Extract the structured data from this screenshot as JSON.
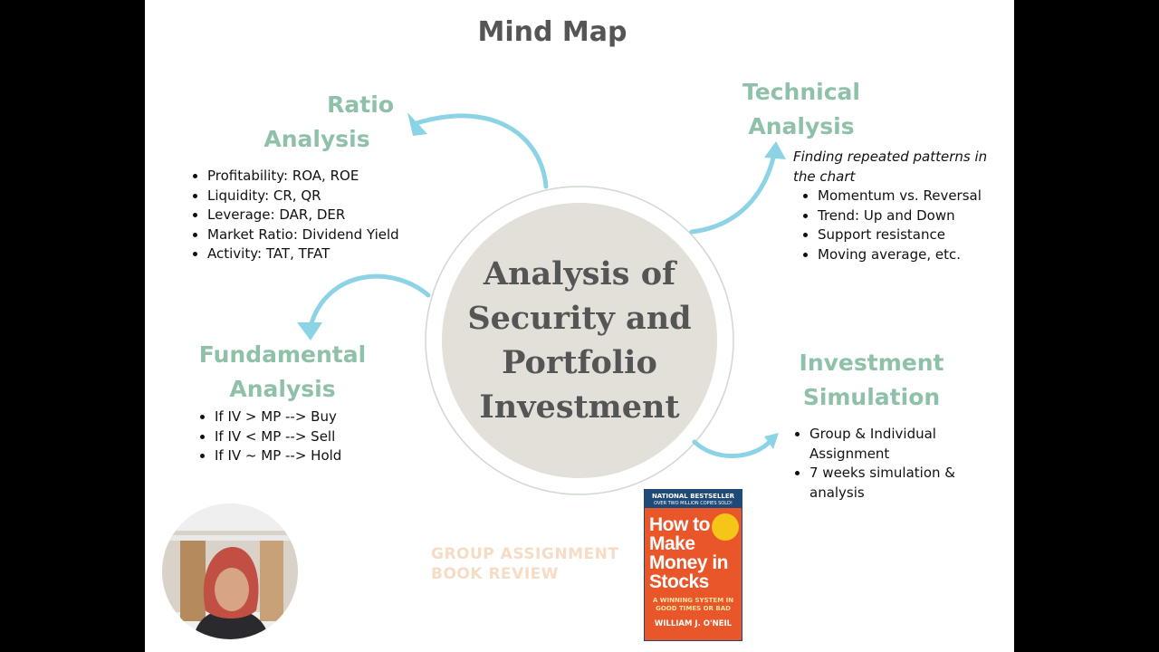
{
  "slide": {
    "title": "Mind Map",
    "center": {
      "lines": [
        "Analysis of",
        "Security and",
        "Portfolio",
        "Investment"
      ]
    },
    "ratio": {
      "heading_lines": [
        "Ratio",
        "Analysis"
      ],
      "items": [
        "Profitability: ROA, ROE",
        "Liquidity: CR, QR",
        "Leverage: DAR, DER",
        "Market Ratio: Dividend Yield",
        "Activity: TAT, TFAT"
      ]
    },
    "technical": {
      "heading_lines": [
        "Technical",
        "Analysis"
      ],
      "description": "Finding repeated patterns in the chart",
      "items": [
        "Momentum vs. Reversal",
        "Trend: Up and Down",
        "Support resistance",
        "Moving average, etc."
      ]
    },
    "fundamental": {
      "heading_lines": [
        "Fundamental",
        "Analysis"
      ],
      "items": [
        "If IV > MP --> Buy",
        "If IV < MP --> Sell",
        "If IV ~ MP --> Hold"
      ]
    },
    "simulation": {
      "heading_lines": [
        "Investment",
        "Simulation"
      ],
      "items": [
        "Group &  Individual Assignment",
        "7 weeks simulation & analysis"
      ]
    },
    "group_assignment": {
      "lines": [
        "GROUP ASSIGNMENT",
        "BOOK REVIEW"
      ]
    },
    "book": {
      "top_line": "NATIONAL BESTSELLER",
      "top_small": "OVER TWO MILLION COPIES SOLD!",
      "title_lines": [
        "How to",
        "Make",
        "Money in",
        "Stocks"
      ],
      "subtitle": "A WINNING SYSTEM IN GOOD TIMES OR BAD",
      "author": "WILLIAM J. O'NEIL"
    }
  },
  "colors": {
    "heading": "#8fc1a9",
    "arrow": "#8dd3e6",
    "circle_fill": "#e3e0da",
    "circle_ring": "#cfd8cf"
  }
}
